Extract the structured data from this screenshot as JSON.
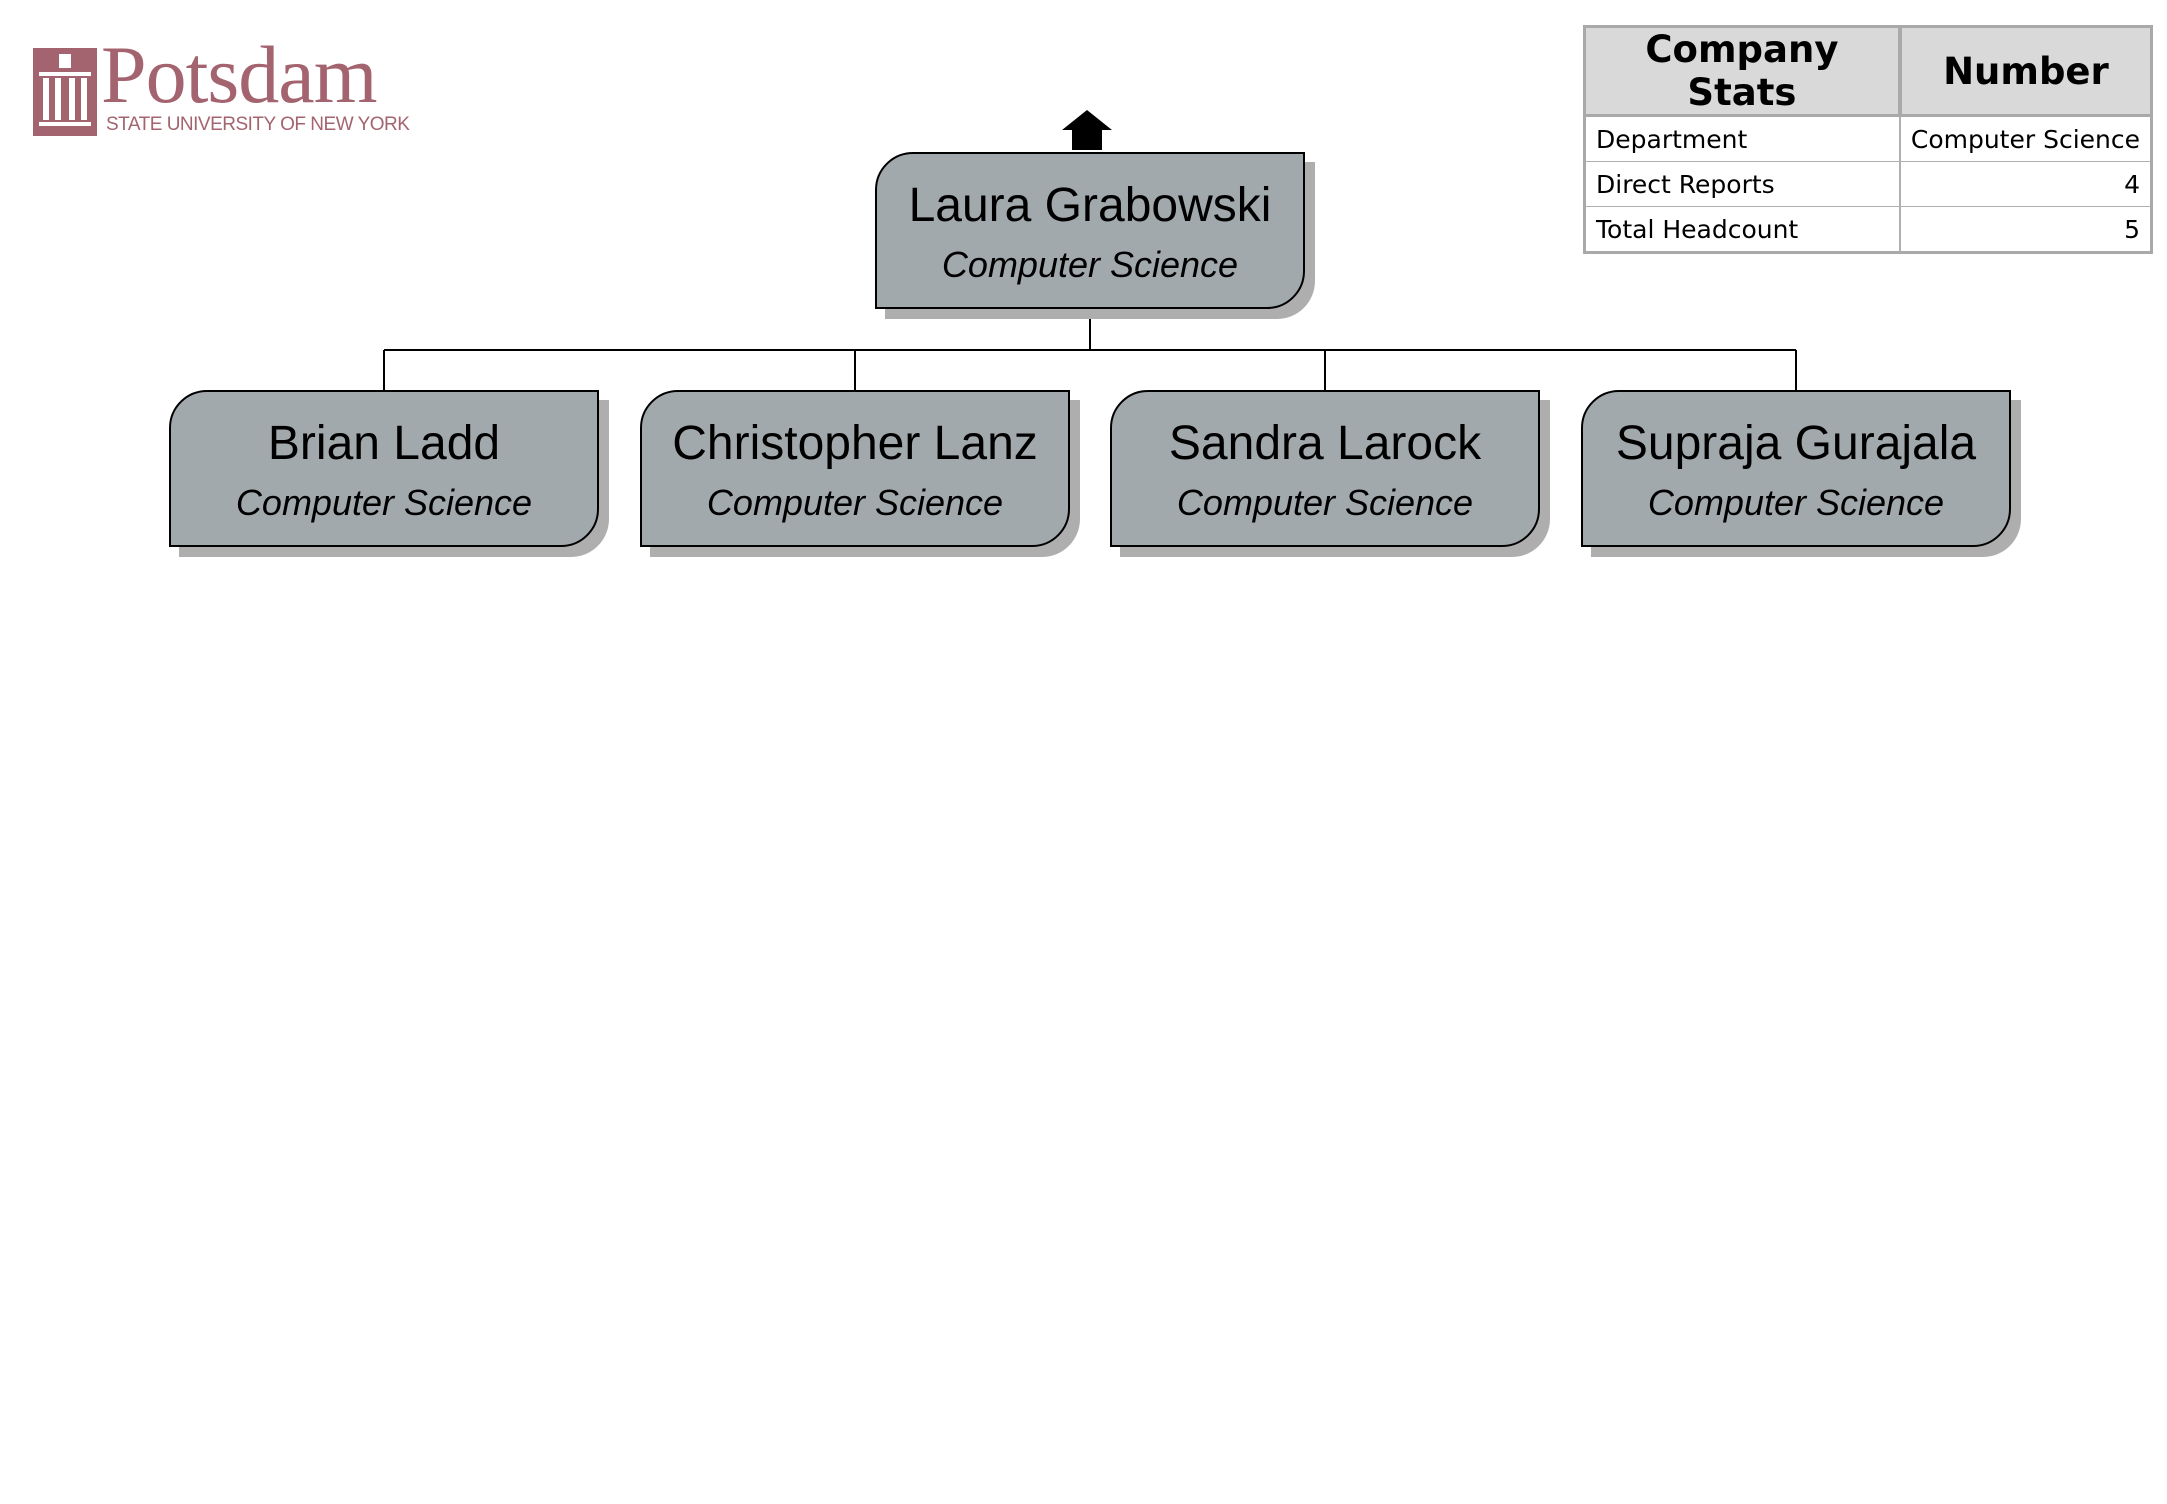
{
  "logo": {
    "name": "Potsdam",
    "subtitle": "STATE UNIVERSITY OF NEW YORK",
    "color": "#a4646f"
  },
  "stats": {
    "headers": [
      "Company Stats",
      "Number"
    ],
    "rows": [
      {
        "label": "Department",
        "value": "Computer Science"
      },
      {
        "label": "Direct Reports",
        "value": "4"
      },
      {
        "label": "Total Headcount",
        "value": "5"
      }
    ]
  },
  "org": {
    "node_fill": "#a2a9ad",
    "root": {
      "name": "Laura Grabowski",
      "department": "Computer Science"
    },
    "reports": [
      {
        "name": "Brian Ladd",
        "department": "Computer Science"
      },
      {
        "name": "Christopher Lanz",
        "department": "Computer Science"
      },
      {
        "name": "Sandra Larock",
        "department": "Computer Science"
      },
      {
        "name": "Supraja Gurajala",
        "department": "Computer Science"
      }
    ]
  }
}
